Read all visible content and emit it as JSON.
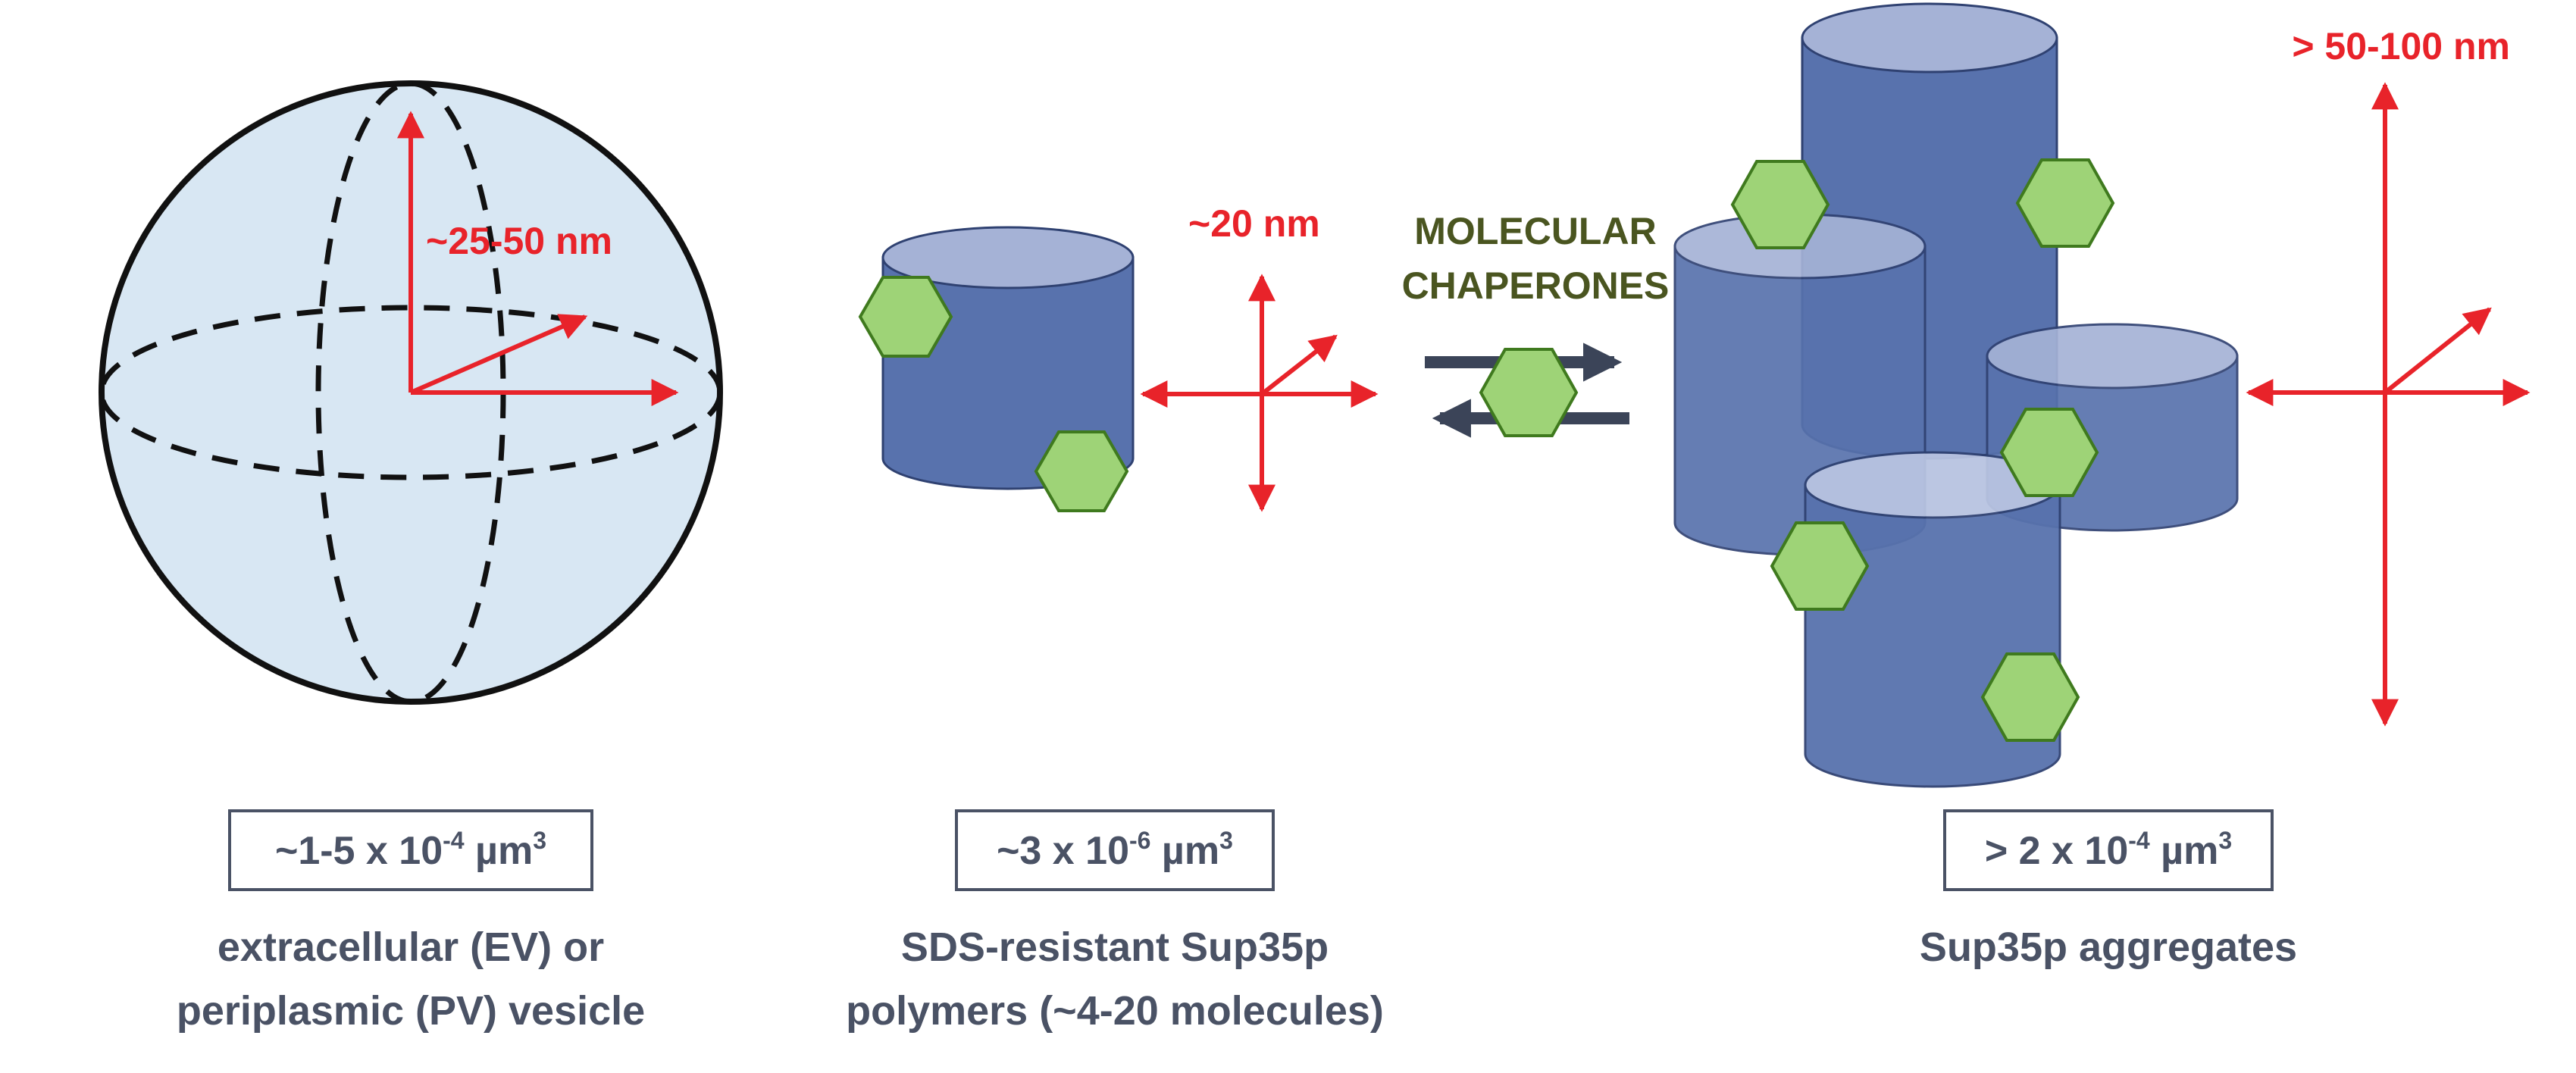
{
  "colors": {
    "cylinder_body": "#5872ad",
    "cylinder_top": "#a5b2d6",
    "cylinder_edge": "#2f4171",
    "hexagon_fill": "#9ed377",
    "hexagon_edge": "#3f7a1e",
    "vesicle_fill": "#d8e7f3",
    "arrow_red": "#e8232a",
    "chaperone_arrow": "#3b4458",
    "chaperone_text": "#4a5520",
    "caption_text": "#4a5265"
  },
  "icons": {
    "vesicle": "sphere-icon",
    "polymer": "cylinder-icon",
    "chaperone": "hexagon-icon",
    "equilibrium": "double-arrow-icon"
  },
  "panels": {
    "vesicle": {
      "dimension": "~25-50 nm",
      "volume_prefix": "~1-5 x 10",
      "volume_exp": "-4",
      "volume_unit": " µm",
      "volume_unit_exp": "3",
      "caption_line1": "extracellular (EV) or",
      "caption_line2": "periplasmic (PV) vesicle"
    },
    "polymer": {
      "dimension": "~20 nm",
      "volume_prefix": "~3 x 10",
      "volume_exp": "-6",
      "volume_unit": " µm",
      "volume_unit_exp": "3",
      "caption_line1": "SDS-resistant Sup35p",
      "caption_line2": "polymers (~4-20 molecules)"
    },
    "chaperones": {
      "line1": "MOLECULAR",
      "line2": "CHAPERONES"
    },
    "aggregate": {
      "dimension": "> 50-100 nm",
      "volume_prefix": "> 2 x 10",
      "volume_exp": "-4",
      "volume_unit": " µm",
      "volume_unit_exp": "3",
      "caption_line1": "Sup35p aggregates"
    }
  }
}
